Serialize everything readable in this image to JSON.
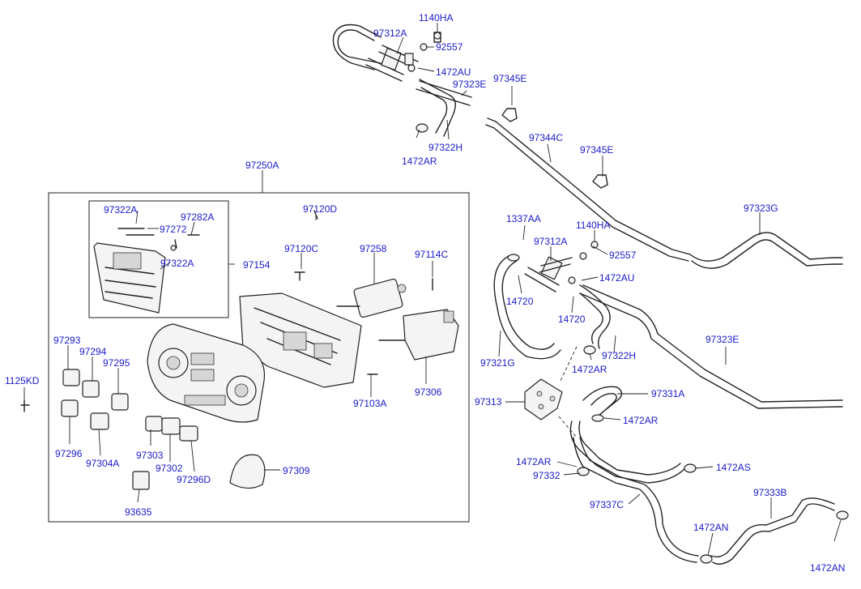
{
  "labels": {
    "l1140HA_top": "1140HA",
    "l97312A_top": "97312A",
    "l92557_top": "92557",
    "l1472AU_top": "1472AU",
    "l97323E_top": "97323E",
    "l97345E_top": "97345E",
    "l1472AR_top": "1472AR",
    "l97322H_top": "97322H",
    "l97344C": "97344C",
    "l97345E_mid": "97345E",
    "l97250A": "97250A",
    "l97120D": "97120D",
    "l97322A_top": "97322A",
    "l97272": "97272",
    "l97282A": "97282A",
    "l97322A_mid": "97322A",
    "l97154": "97154",
    "l97120C": "97120C",
    "l97258": "97258",
    "l97114C": "97114C",
    "l1337AA": "1337AA",
    "l97312A_mid": "97312A",
    "l1140HA_mid": "1140HA",
    "l92557_mid": "92557",
    "l97323G": "97323G",
    "l14720_a": "14720",
    "l1472AU_mid": "1472AU",
    "l14720_b": "14720",
    "l97323E_mid": "97323E",
    "l97322H_mid": "97322H",
    "l97321G": "97321G",
    "l1472AR_mid": "1472AR",
    "l97293": "97293",
    "l97294": "97294",
    "l97295": "97295",
    "l1125KD": "1125KD",
    "l97103A": "97103A",
    "l97306": "97306",
    "l97313": "97313",
    "l97331A": "97331A",
    "l1472AR_b": "1472AR",
    "l97296": "97296",
    "l97304A": "97304A",
    "l97303": "97303",
    "l97302": "97302",
    "l97296D": "97296D",
    "l97309": "97309",
    "l1472AR_c": "1472AR",
    "l97332": "97332",
    "l1472AS": "1472AS",
    "l97333B": "97333B",
    "l97337C": "97337C",
    "l93635": "93635",
    "l1472AN_a": "1472AN",
    "l1472AN_b": "1472AN"
  },
  "colors": {
    "label_text": "#1a1acc",
    "line": "#222222",
    "background": "#ffffff"
  }
}
